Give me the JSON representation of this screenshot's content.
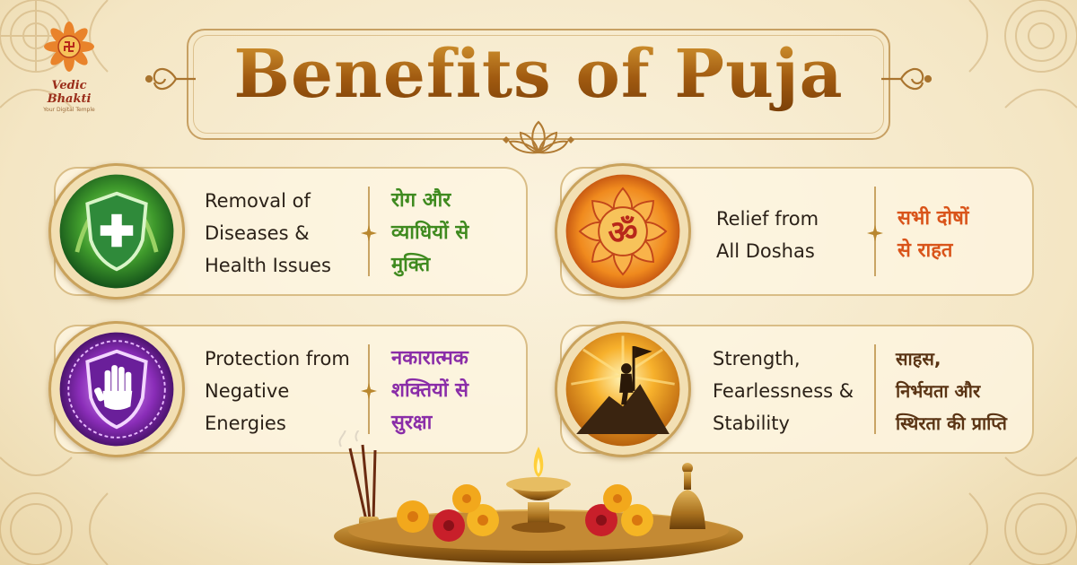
{
  "brand": {
    "name": "Vedic Bhakti",
    "tagline": "Your Digital Temple"
  },
  "title": "Benefits of Puja",
  "colors": {
    "title_gold": "#a05a10",
    "green": "#3f8a1f",
    "orange": "#d9541a",
    "purple": "#8a2da8",
    "brown": "#5a3414",
    "frame": "#c7a063"
  },
  "cards": [
    {
      "icon": "shield-cross-icon",
      "en": [
        "Removal of",
        "Diseases &",
        "Health Issues"
      ],
      "hi": [
        "रोग और",
        "व्याधियों से",
        "मुक्ति"
      ],
      "hi_color": "#3f8a1f"
    },
    {
      "icon": "om-lotus-icon",
      "en": [
        "Relief from",
        "All Doshas"
      ],
      "hi": [
        "सभी दोषों",
        "से राहत"
      ],
      "hi_color": "#d9541a"
    },
    {
      "icon": "shield-hand-icon",
      "en": [
        "Protection from",
        "Negative",
        "Energies"
      ],
      "hi": [
        "नकारात्मक",
        "शक्तियों से",
        "सुरक्षा"
      ],
      "hi_color": "#8a2da8"
    },
    {
      "icon": "mountain-flag-icon",
      "en": [
        "Strength,",
        "Fearlessness &",
        "Stability"
      ],
      "hi": [
        "साहस,",
        "निर्भयता और",
        "स्थिरता की प्राप्ति"
      ],
      "hi_color": "#5a3414"
    }
  ]
}
